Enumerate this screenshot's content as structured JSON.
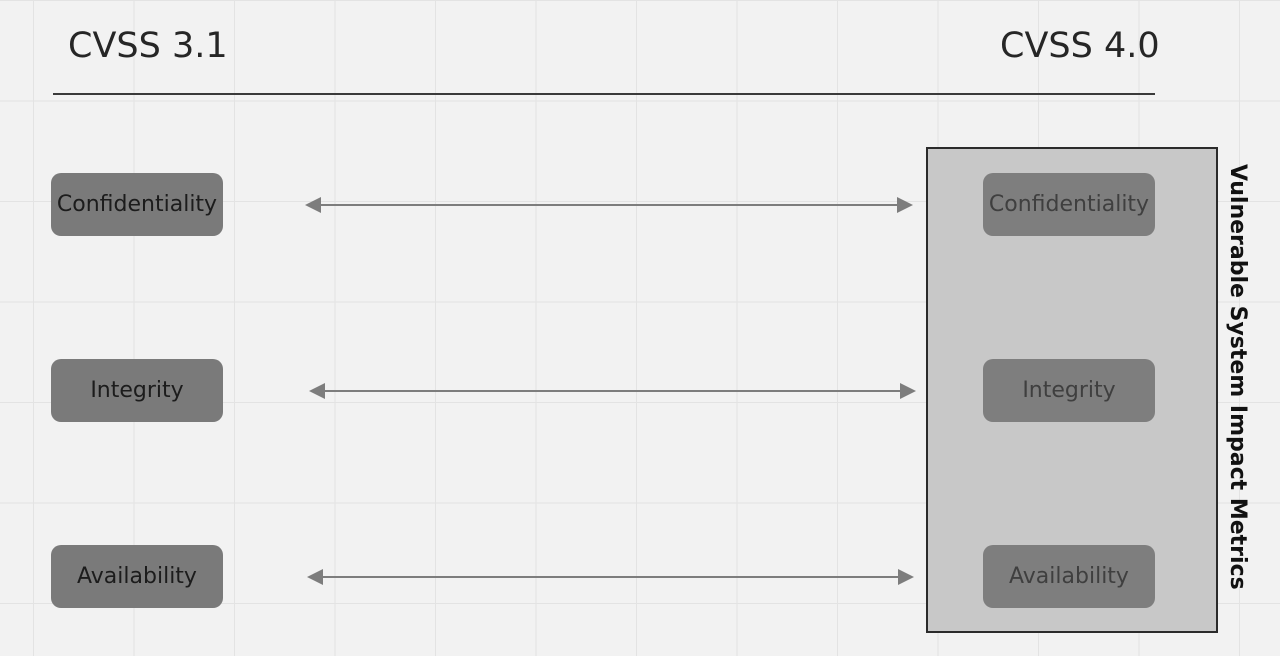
{
  "headers": {
    "left": "CVSS 3.1",
    "right": "CVSS 4.0"
  },
  "group_label": "Vulnerable System Impact Metrics",
  "metrics_left": [
    "Confidentiality",
    "Integrity",
    "Availability"
  ],
  "metrics_right": [
    "Confidentiality",
    "Integrity",
    "Availability"
  ],
  "colors": {
    "background": "#f2f2f2",
    "pill": "#7a7a7a",
    "group_fill": "#c8c8c8",
    "arrow": "#7d7d7d"
  }
}
